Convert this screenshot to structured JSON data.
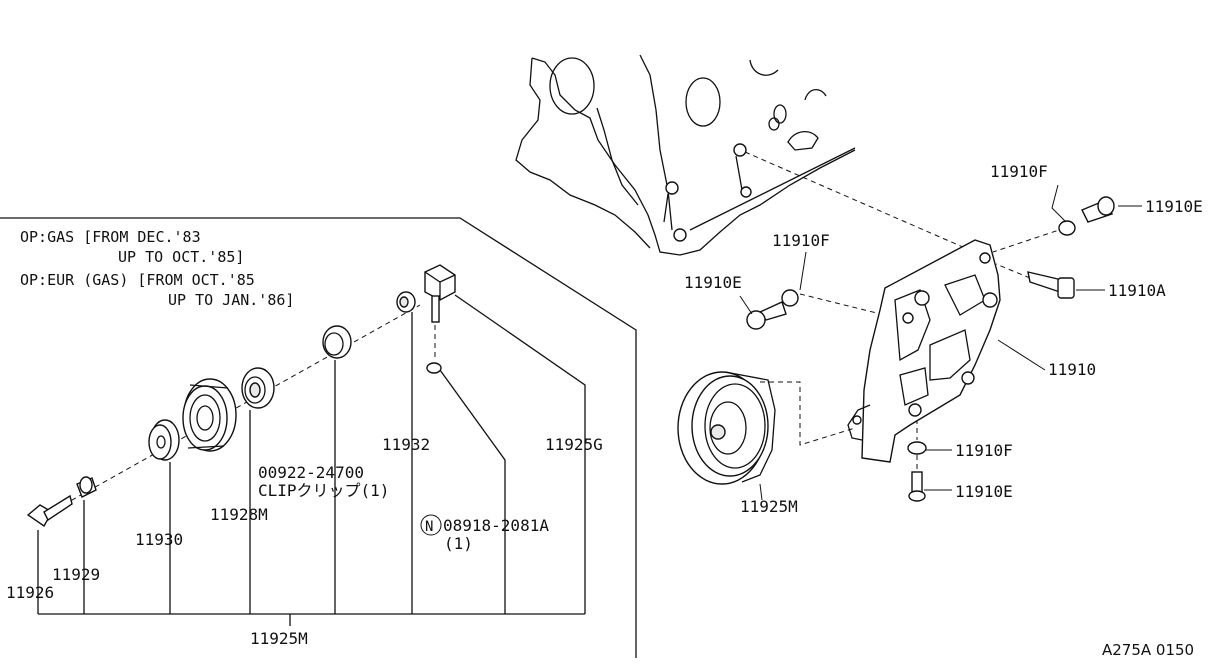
{
  "notes": {
    "line1": "OP:GAS [FROM DEC.'83",
    "line2": "UP TO OCT.'85]",
    "line3": "OP:EUR (GAS) [FROM OCT.'85",
    "line4": "UP TO JAN.'86]"
  },
  "labels": {
    "p11910F_top": "11910F",
    "p11910E_top": "11910E",
    "p11910F_mid": "11910F",
    "p11910E_left": "11910E",
    "p11910A": "11910A",
    "p11910": "11910",
    "p11910F_bot": "11910F",
    "p11910E_bot": "11910E",
    "p11925M_right": "11925M",
    "p11932": "11932",
    "p11925G": "11925G",
    "p00922_line1": "00922-24700",
    "p00922_line2": "CLIPクリップ(1)",
    "p11928M": "11928M",
    "p11930": "11930",
    "p08918_mark": "N",
    "p08918_line1": "08918-2081A",
    "p08918_line2": "(1)",
    "p11929": "11929",
    "p11926": "11926",
    "p11925M_bottom": "11925M"
  },
  "diagram_code": "A275A 0150"
}
